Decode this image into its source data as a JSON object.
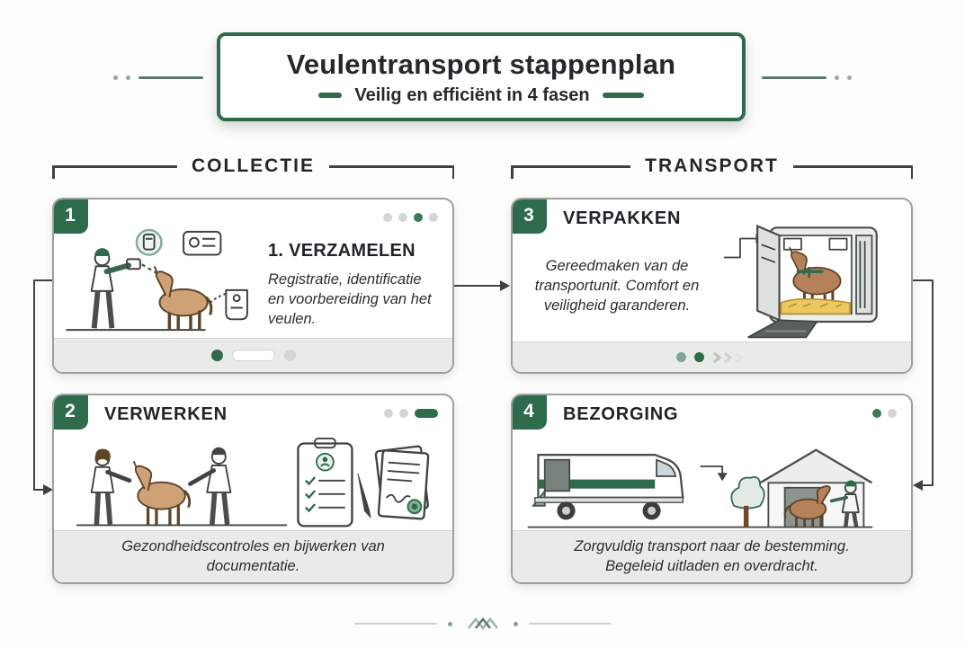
{
  "colors": {
    "accent_green": "#2e6b4a",
    "card_border": "#9aa29d",
    "footer_strip": "#e9ebe9",
    "straw_yellow": "#ecc95f",
    "foal_brown": "#cfa176"
  },
  "header": {
    "title": "Veulentransport stappenplan",
    "subtitle": "Veilig en efficiënt in 4 fasen"
  },
  "sections": [
    {
      "label": "COLLECTIE"
    },
    {
      "label": "TRANSPORT"
    }
  ],
  "cards": [
    {
      "number": "1",
      "title": "1. VERZAMELEN",
      "description": "Registratie, identificatie en voorbereiding van het veulen.",
      "illustration": "handler-scanning-foal",
      "icons": [
        "rfid-scanner-icon",
        "id-card-icon",
        "ear-tag-icon"
      ]
    },
    {
      "number": "2",
      "title": "VERWERKEN",
      "description": "Gezondheidscontroles en bijwerken van documentatie.",
      "illustration": "vets-examining-foal",
      "icons": [
        "checklist-clipboard-icon",
        "pen-icon",
        "documents-icon"
      ]
    },
    {
      "number": "3",
      "title": "VERPAKKEN",
      "description": "Gereedmaken van de transportunit. Comfort en veiligheid garanderen.",
      "illustration": "horse-in-transport-unit",
      "icons": [
        "flow-arrow-icon",
        "chevrons-icon"
      ]
    },
    {
      "number": "4",
      "title": "BEZORGING",
      "description": "Zorgvuldig transport naar de bestemming. Begeleid uitladen en overdracht.",
      "illustration": "truck-and-stable-handover",
      "icons": [
        "flow-arrow-icon",
        "tree-icon"
      ]
    }
  ]
}
